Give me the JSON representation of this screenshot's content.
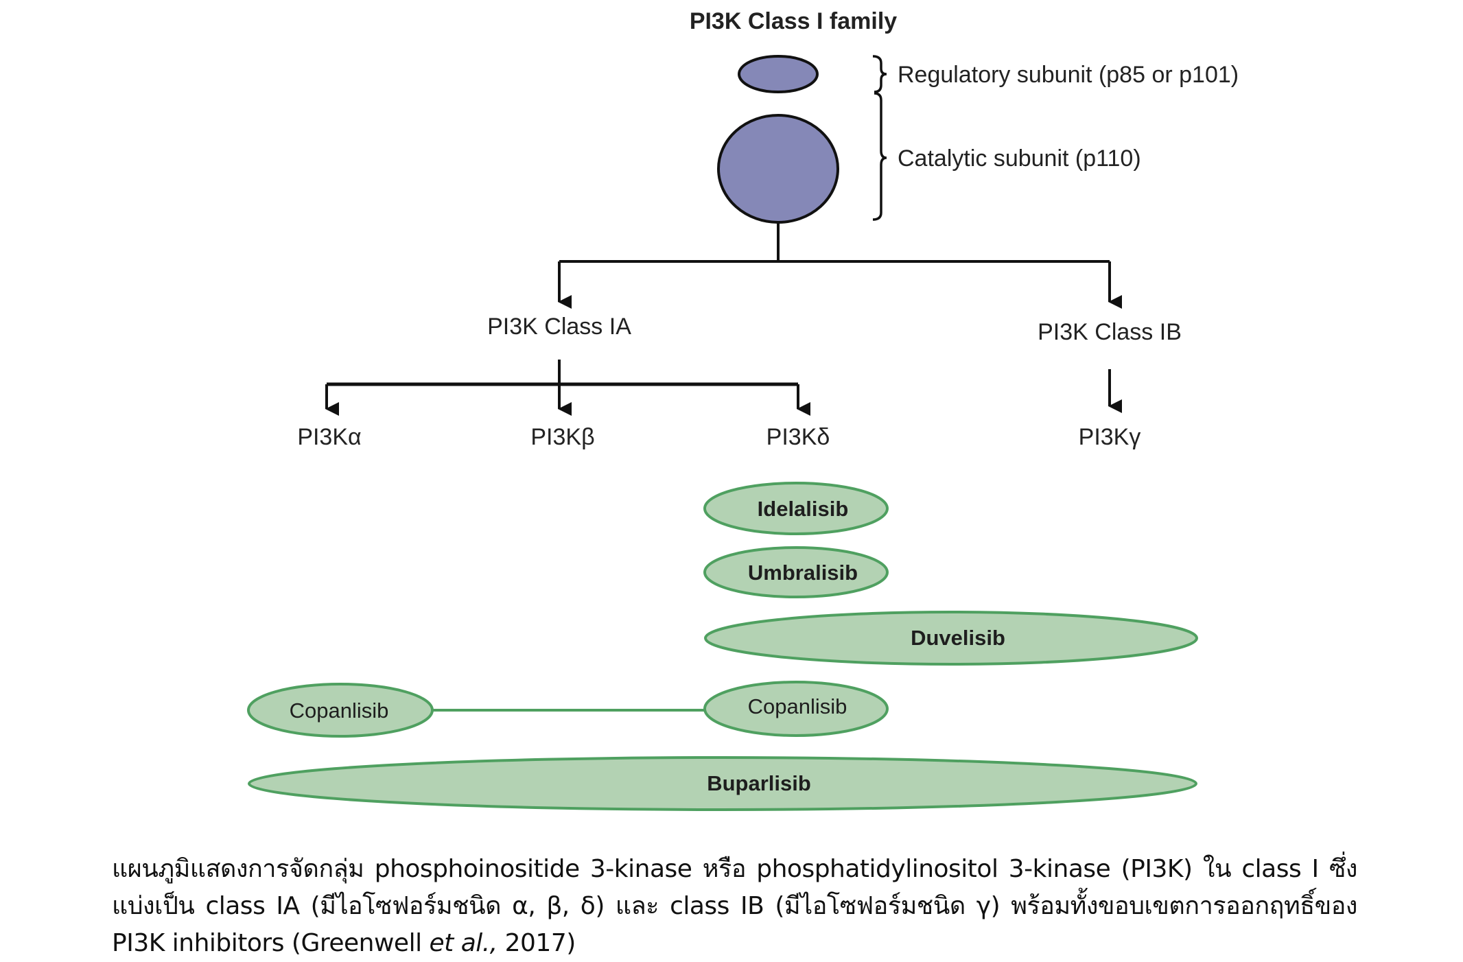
{
  "diagram": {
    "title": "PI3K Class I family",
    "subunits": {
      "regulatory": "Regulatory subunit (p85 or p101)",
      "catalytic": "Catalytic subunit (p110)"
    },
    "classes": [
      {
        "label": "PI3K Class IA",
        "isoforms": [
          "PI3Kα",
          "PI3Kβ",
          "PI3Kδ"
        ]
      },
      {
        "label": "PI3K Class IB",
        "isoforms": [
          "PI3Kγ"
        ]
      }
    ],
    "inhibitors": [
      {
        "name": "Idelalisib",
        "targets": [
          "PI3Kδ"
        ]
      },
      {
        "name": "Umbralisib",
        "targets": [
          "PI3Kδ"
        ]
      },
      {
        "name": "Duvelisib",
        "targets": [
          "PI3Kδ",
          "PI3Kγ"
        ]
      },
      {
        "name": "Copanlisib",
        "targets": [
          "PI3Kα",
          "PI3Kδ"
        ],
        "labels": [
          "Copanlisib",
          "Copanlisib"
        ]
      },
      {
        "name": "Buparlisib",
        "targets": [
          "PI3Kα",
          "PI3Kβ",
          "PI3Kδ",
          "PI3Kγ"
        ]
      }
    ],
    "colors": {
      "subunit_fill": "#8588b7",
      "inhibitor_fill": "#b3d2b3",
      "inhibitor_stroke": "#4fa060",
      "line": "#111111"
    }
  },
  "caption": {
    "part1": "แผนภูมิแสดงการจัดกลุ่ม phosphoinositide 3-kinase หรือ phosphatidylinositol 3-kinase (PI3K) ใน class I ซึ่งแบ่งเป็น class IA (มีไอโซฟอร์มชนิด α, β, δ) และ class IB (มีไอโซฟอร์มชนิด γ) พร้อมทั้งขอบเขตการออกฤทธิ์ของ PI3K inhibitors (Greenwell ",
    "italic": "et al.,",
    "part2": " 2017)"
  }
}
